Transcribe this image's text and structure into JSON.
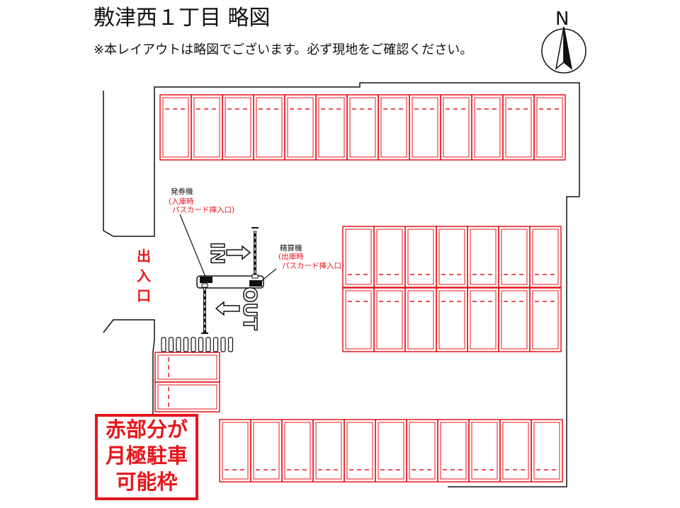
{
  "header": {
    "title": "敷津西１丁目 略図",
    "note": "※本レイアウトは略図でございます。必ず現地をご確認ください。"
  },
  "compass": {
    "label": "N",
    "icon": "north-arrow-icon"
  },
  "labels": {
    "entrance": "出入口",
    "in_text": "IN",
    "out_text": "OUT",
    "ticket_machine": {
      "title": "発券機",
      "line1": "(入庫時",
      "line2": "パスカード挿入口)"
    },
    "payment_machine": {
      "title": "精算機",
      "line1": "(出庫時",
      "line2": "パスカード挿入口)"
    },
    "notice": [
      "赤部分が",
      "月極駐車",
      "可能枠"
    ]
  },
  "colors": {
    "accent": "#e8151b",
    "line": "#111111"
  },
  "spaces": {
    "top_row": {
      "count": 13,
      "monthly_available": true
    },
    "middle_upper_row": {
      "count": 7,
      "monthly_available": true
    },
    "middle_lower_row": {
      "count": 7,
      "monthly_available": true
    },
    "left_small_block": {
      "count": 2,
      "monthly_available": true
    },
    "bottom_row": {
      "count": 11,
      "monthly_available": true
    }
  }
}
